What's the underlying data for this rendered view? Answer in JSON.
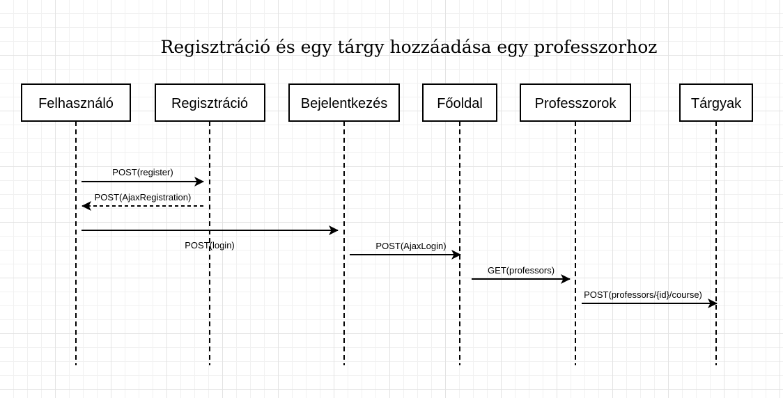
{
  "diagram": {
    "title": "Regisztráció és egy tárgy hozzáadása egy professzorhoz",
    "participants": [
      {
        "id": "felhasznalo",
        "label": "Felhasználó"
      },
      {
        "id": "regisztracio",
        "label": "Regisztráció"
      },
      {
        "id": "bejelentkezes",
        "label": "Bejelentkezés"
      },
      {
        "id": "fooldal",
        "label": "Főoldal"
      },
      {
        "id": "professzorok",
        "label": "Professzorok"
      },
      {
        "id": "targyak",
        "label": "Tárgyak"
      }
    ],
    "messages": [
      {
        "label": "POST(register)",
        "from": "felhasznalo",
        "to": "regisztracio",
        "style": "solid"
      },
      {
        "label": "POST(AjaxRegistration)",
        "from": "regisztracio",
        "to": "felhasznalo",
        "style": "dashed"
      },
      {
        "label": "POST(login)",
        "from": "felhasznalo",
        "to": "bejelentkezes",
        "style": "solid"
      },
      {
        "label": "POST(AjaxLogin)",
        "from": "bejelentkezes",
        "to": "fooldal",
        "style": "solid"
      },
      {
        "label": "GET(professors)",
        "from": "fooldal",
        "to": "professzorok",
        "style": "solid"
      },
      {
        "label": "POST(professors/{id}/course)",
        "from": "professzorok",
        "to": "targyak",
        "style": "solid"
      }
    ]
  }
}
